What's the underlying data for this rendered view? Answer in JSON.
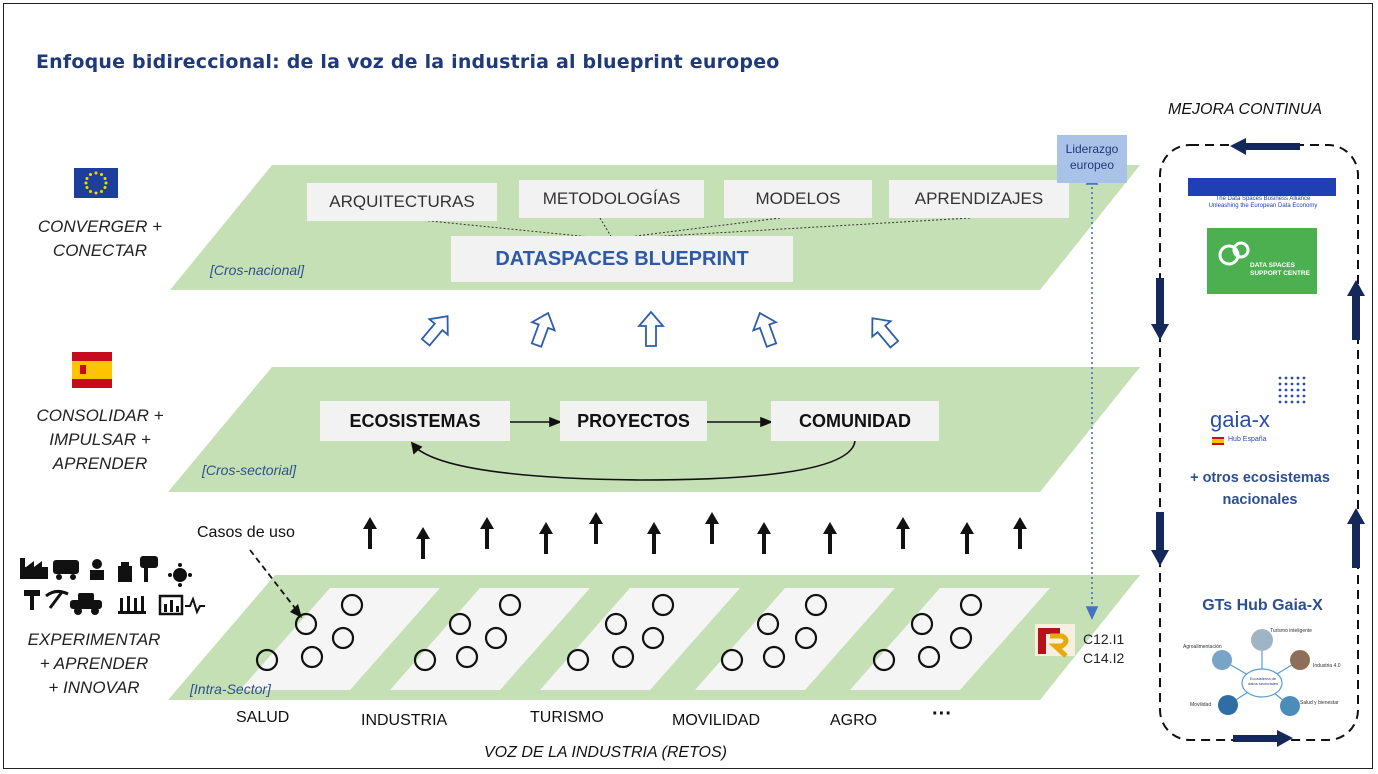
{
  "title": "Enfoque bidireccional: de la voz de la industria al blueprint europeo",
  "levels": {
    "top": {
      "label_line1": "CONVERGER +",
      "label_line2": "CONECTAR",
      "tag": "[Cros-nacional]",
      "boxes": [
        "ARQUITECTURAS",
        "METODOLOGÍAS",
        "MODELOS",
        "APRENDIZAJES"
      ],
      "blueprint": "DATASPACES BLUEPRINT"
    },
    "middle": {
      "label_line1": "CONSOLIDAR +",
      "label_line2": "IMPULSAR +",
      "label_line3": "APRENDER",
      "tag": "[Cros-sectorial]",
      "boxes": [
        "ECOSISTEMAS",
        "PROYECTOS",
        "COMUNIDAD"
      ]
    },
    "bottom": {
      "label_line1": "EXPERIMENTAR",
      "label_line2": "+ APRENDER",
      "label_line3": "+ INNOVAR",
      "tag": "[Intra-Sector]",
      "use_cases": "Casos de uso",
      "sectors": [
        "SALUD",
        "INDUSTRIA",
        "TURISMO",
        "MOVILIDAD",
        "AGRO",
        "···"
      ],
      "footer": "VOZ DE LA INDUSTRIA (RETOS)"
    }
  },
  "leadership": {
    "line1": "Liderazgo",
    "line2": "europeo"
  },
  "codes": {
    "line1": "C12.I1",
    "line2": "C14.I2"
  },
  "right_panel": {
    "title": "MEJORA CONTINUA",
    "dsba_line1": "The Data Spaces Business Alliance",
    "dsba_line2": "Unleashing the European Data Economy",
    "dssc_line1": "DATA SPACES",
    "dssc_line2": "SUPPORT CENTRE",
    "gaia_logo": "gaia-x",
    "gaia_hub": "Hub España",
    "others_line1": "+ otros ecosistemas",
    "others_line2": "nacionales",
    "gts": "GTs Hub Gaia-X",
    "hub_center": "Ecosistema de datos sectoriales",
    "hub_items": [
      "Agroalimentación",
      "Turismo inteligente",
      "Industria 4.0",
      "Salud y bienestar",
      "Movilidad"
    ]
  },
  "colors": {
    "plane": "#c5e0b4",
    "title": "#1f3a7a",
    "blueprint_text": "#2c5aa8",
    "navy_arrow": "#14285a",
    "outline_arrow": "#2e5ea8",
    "leadership_box": "#a9c3e8"
  }
}
